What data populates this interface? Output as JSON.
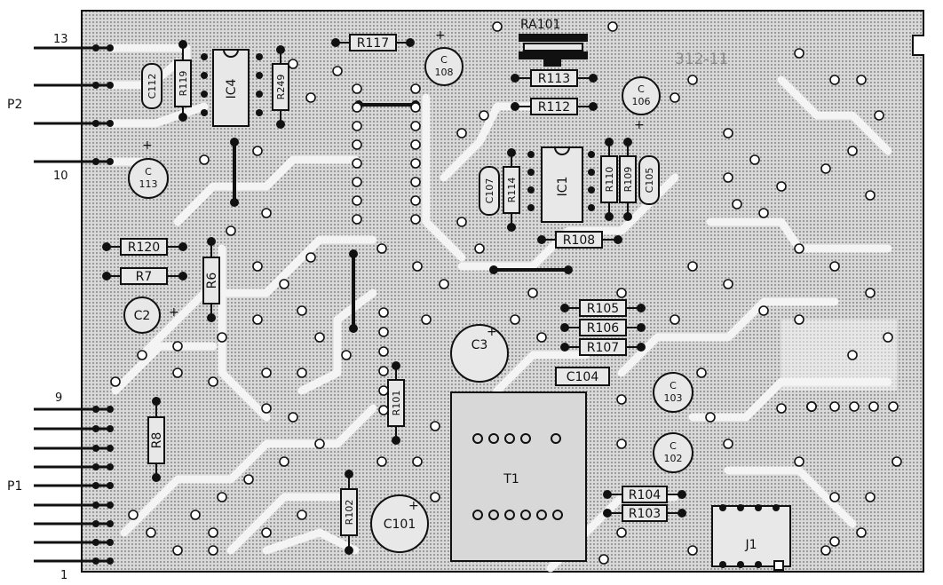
{
  "board": {
    "marking": "312-11",
    "pcb_color": "#cfcfcf",
    "trace_color": "#f4f4f4",
    "ink_color": "#111111"
  },
  "connectors": {
    "p2": {
      "label": "P2",
      "pin_top": "13",
      "pin_bottom": "10"
    },
    "p1": {
      "label": "P1",
      "pin_top": "9",
      "pin_bottom": "1"
    }
  },
  "components": {
    "resistors": [
      {
        "id": "r117",
        "label": "R117"
      },
      {
        "id": "r113",
        "label": "R113"
      },
      {
        "id": "r112",
        "label": "R112"
      },
      {
        "id": "r119",
        "label": "R119"
      },
      {
        "id": "r249",
        "label": "R249"
      },
      {
        "id": "r120",
        "label": "R120"
      },
      {
        "id": "r7",
        "label": "R7"
      },
      {
        "id": "r6",
        "label": "R6"
      },
      {
        "id": "r114",
        "label": "R114"
      },
      {
        "id": "r110",
        "label": "R110"
      },
      {
        "id": "r109",
        "label": "R109"
      },
      {
        "id": "r108",
        "label": "R108"
      },
      {
        "id": "r105",
        "label": "R105"
      },
      {
        "id": "r106",
        "label": "R106"
      },
      {
        "id": "r107",
        "label": "R107"
      },
      {
        "id": "r8",
        "label": "R8"
      },
      {
        "id": "r101",
        "label": "R101"
      },
      {
        "id": "r102",
        "label": "R102"
      },
      {
        "id": "r104",
        "label": "R104"
      },
      {
        "id": "r103",
        "label": "R103"
      }
    ],
    "capacitors": [
      {
        "id": "c112",
        "label": "C112"
      },
      {
        "id": "c107",
        "label": "C107"
      },
      {
        "id": "c105",
        "label": "C105"
      },
      {
        "id": "c104",
        "label": "C104"
      }
    ],
    "electrolytics": [
      {
        "id": "c108",
        "line1": "C",
        "line2": "108"
      },
      {
        "id": "c106",
        "line1": "C",
        "line2": "106"
      },
      {
        "id": "c113",
        "line1": "C",
        "line2": "113"
      },
      {
        "id": "c2",
        "line1": "C2",
        "line2": ""
      },
      {
        "id": "c3",
        "line1": "C3",
        "line2": ""
      },
      {
        "id": "c103",
        "line1": "C",
        "line2": "103"
      },
      {
        "id": "c102",
        "line1": "C",
        "line2": "102"
      },
      {
        "id": "c101",
        "line1": "C101",
        "line2": ""
      }
    ],
    "ics": [
      {
        "id": "ic4",
        "label": "IC4"
      },
      {
        "id": "ic1",
        "label": "IC1"
      }
    ],
    "network": {
      "label": "RA101"
    },
    "transformer": {
      "label": "T1"
    },
    "jumper": {
      "label": "J1"
    },
    "plus_sign": "+"
  }
}
